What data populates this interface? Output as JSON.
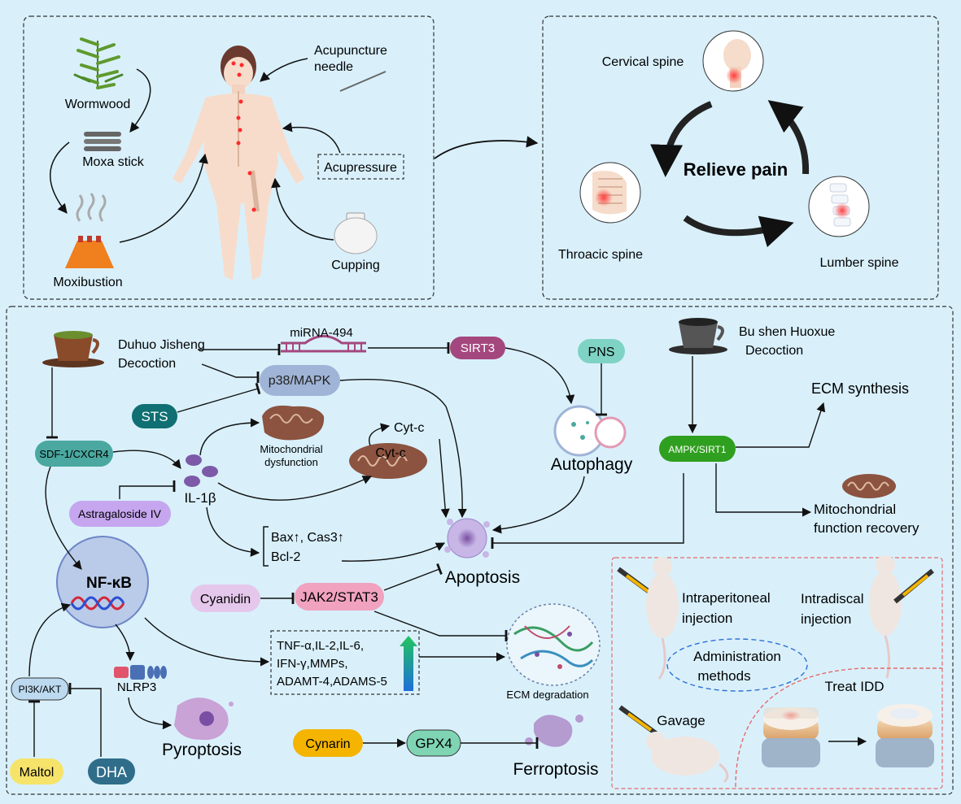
{
  "colors": {
    "background": "#d9f0fb",
    "sirt3": "#a4477e",
    "pns": "#7fd3c4",
    "sts": "#0f6f72",
    "sdf": "#4aa8a0",
    "astragaloside": "#c5a6ef",
    "ampk": "#2f9f1f",
    "cyanidin": "#e5c7ec",
    "jak": "#f0a2bf",
    "cynarin": "#f4b400",
    "gpx4": "#7fd5b3",
    "maltol": "#f6e36a",
    "dha": "#2f6d8b",
    "p38": "#9fb4d6"
  },
  "top_left": {
    "wormwood": "Wormwood",
    "moxa_stick": "Moxa stick",
    "moxibustion": "Moxibustion",
    "acupuncture_line1": "Acupuncture",
    "acupuncture_line2": "needle",
    "acupressure": "Acupressure",
    "cupping": "Cupping"
  },
  "top_right": {
    "cervical": "Cervical spine",
    "thoracic": "Throacic spine",
    "lumber": "Lumber spine",
    "relieve": "Relieve pain"
  },
  "mechanisms": {
    "duhuo_line1": "Duhuo Jisheng",
    "duhuo_line2": "Decoction",
    "mirna": "miRNA-494",
    "sirt3": "SIRT3",
    "pns": "PNS",
    "bushen_line1": "Bu shen Huoxue",
    "bushen_line2": "Decoction",
    "p38": "p38/MAPK",
    "sts": "STS",
    "mito_dys_line1": "Mitochondrial",
    "mito_dys_line2": "dysfunction",
    "cytc_top": "Cyt-c",
    "cytc_mito": "Cyt-c",
    "autophagy": "Autophagy",
    "ecm_synthesis": "ECM synthesis",
    "sdf": "SDF-1/CXCR4",
    "il1b": "IL-1β",
    "ampk": "AMPK/SIRT1",
    "astragaloside": "Astragaloside IV",
    "mito_rec_line1": "Mitochondrial",
    "mito_rec_line2": "function recovery",
    "bax": "Bax↑, Cas3↑",
    "bcl2": "Bcl-2",
    "nfkb": "NF-κB",
    "apoptosis": "Apoptosis",
    "cyanidin": "Cyanidin",
    "jak": "JAK2/STAT3",
    "cyto_line1": "TNF-α,IL-2,IL-6,",
    "cyto_line2": "IFN-γ,MMPs,",
    "cyto_line3": "ADAMT-4,ADAMS-5",
    "ecm_degradation": "ECM degradation",
    "pi3k": "PI3K/AKT",
    "nlrp3": "NLRP3",
    "pyroptosis": "Pyroptosis",
    "cynarin": "Cynarin",
    "gpx4": "GPX4",
    "ferroptosis": "Ferroptosis",
    "maltol": "Maltol",
    "dha": "DHA"
  },
  "administration": {
    "intraperitoneal_line1": "Intraperitoneal",
    "intraperitoneal_line2": "injection",
    "intradiscal_line1": "Intradiscal",
    "intradiscal_line2": "injection",
    "methods_line1": "Administration",
    "methods_line2": "methods",
    "treat_idd": "Treat IDD",
    "gavage": "Gavage"
  }
}
